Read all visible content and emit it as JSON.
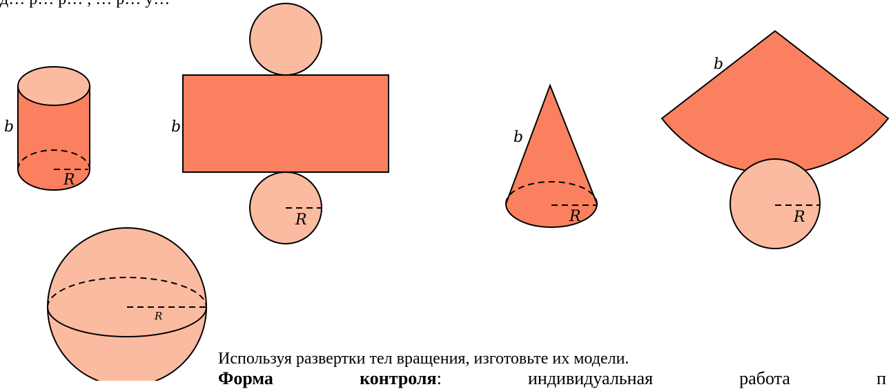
{
  "labels": {
    "cylinder_height": "b",
    "cylinder_radius": "R",
    "net_height": "b",
    "net_radius": "R",
    "cone_slant": "b",
    "cone_radius": "R",
    "cone_net_slant": "b",
    "cone_net_radius": "R",
    "sphere_radius": "R"
  },
  "text": {
    "top_cut": "д… р… р… , … р… у… ",
    "instruction": "Используя развертки тел вращения, изготовьте их модели.",
    "form_word": "Форма",
    "control_word": "контроля",
    "colon": ":",
    "individual": "индивидуальная",
    "work": "работа",
    "last": "п"
  },
  "colors": {
    "dark_fill": "#fa8060",
    "light_fill": "#fbbba0",
    "stroke": "#000000"
  }
}
